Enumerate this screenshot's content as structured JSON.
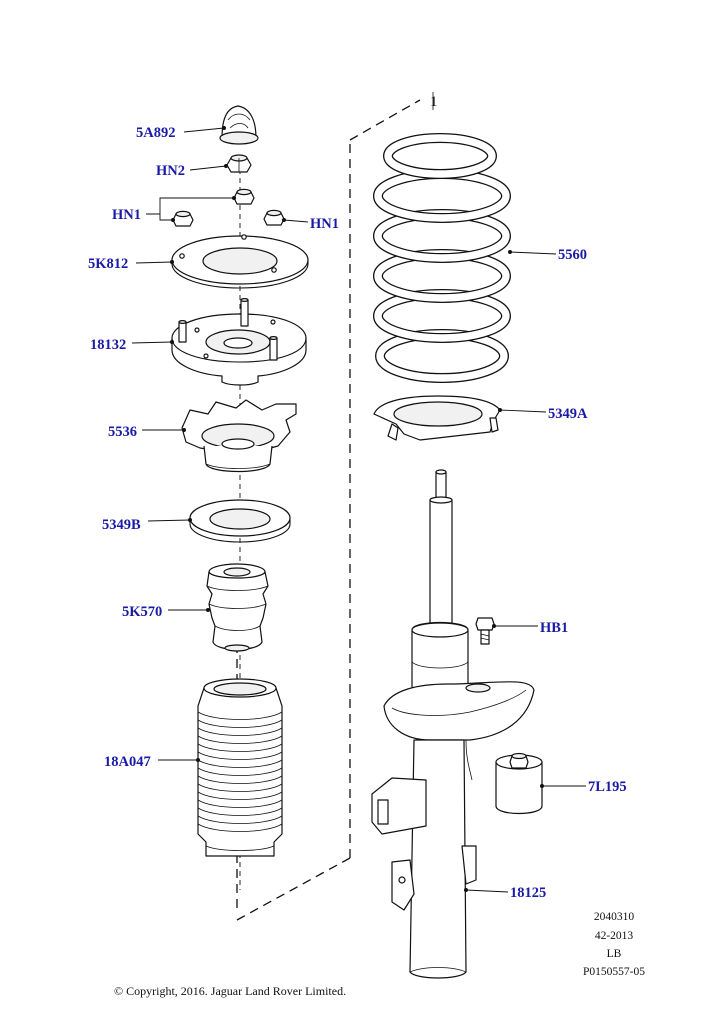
{
  "labels": {
    "top_mount_cap": "5A892",
    "upper_nut": "HN2",
    "mount_nuts_left": "HN1",
    "mount_nut_right": "HN1",
    "mount_plate": "5K812",
    "top_mount": "18132",
    "spring_seat_upper": "5536",
    "bearing": "5349B",
    "bump_stop": "5K570",
    "dust_boot": "18A047",
    "coil_spring": "5560",
    "lower_insulator": "5349A",
    "bolt": "HB1",
    "bushing": "7L195",
    "strut": "18125",
    "group_number": "1"
  },
  "footer": {
    "code1": "2040310",
    "code2": "42-2013",
    "code3": "LB",
    "code4": "P0150557-05",
    "copyright": "© Copyright, 2016. Jaguar Land Rover Limited."
  }
}
